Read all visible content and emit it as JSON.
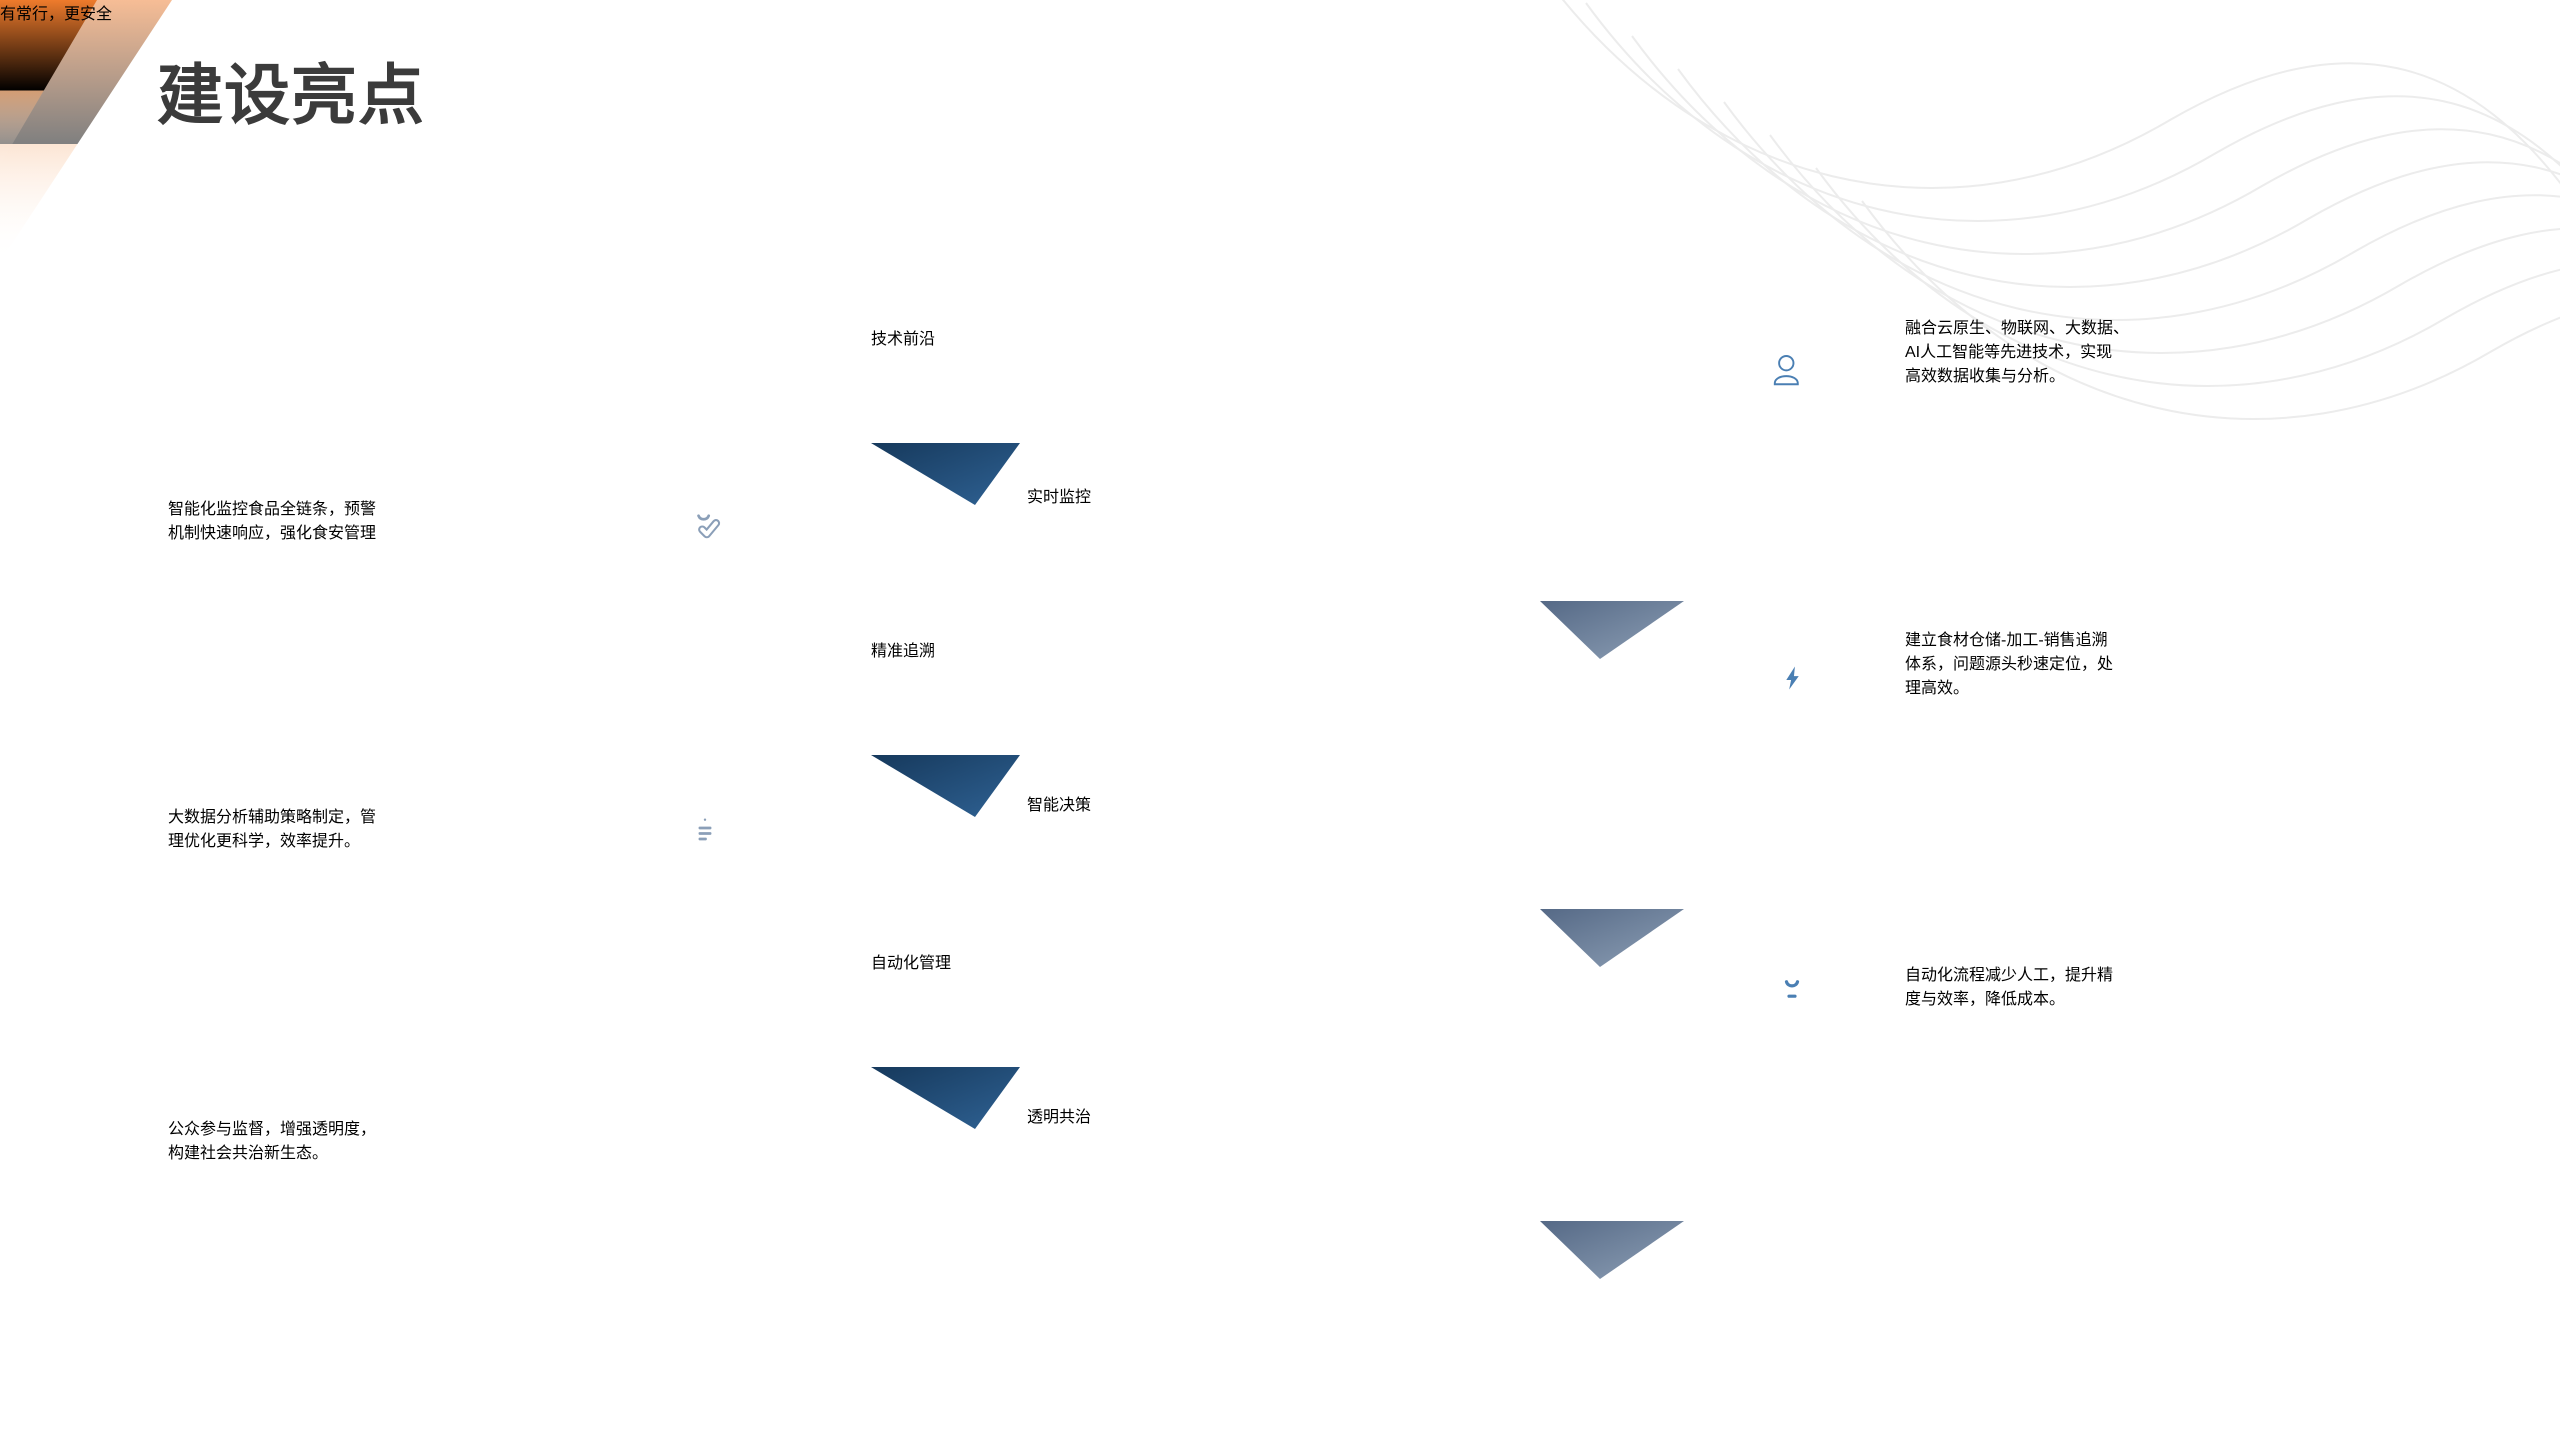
{
  "slide": {
    "title": "建设亮点",
    "footer_text": "有常行，更安全"
  },
  "colors": {
    "accent_orange": "#ee7b2c",
    "banner_dark": "#2d5c8d",
    "banner_light": "#8fa0b6",
    "icon_blue": "#4a7fb3",
    "icon_gray": "#8b9fb8",
    "underline_navy": "#2c3b8d",
    "body_text": "#111111",
    "footer_text_color": "#fbe7d6"
  },
  "rows": [
    {
      "banner": "技术前沿",
      "icon": "users-icon",
      "lines": [
        "融合云原生、物联网、大数据、",
        "AI人工智能等先进技术，实现",
        "高效数据收集与分析。"
      ]
    },
    {
      "banner": "实时监控",
      "icon": "badge-check-icon",
      "lines": [
        "智能化监控食品全链条，预警",
        "机制快速响应，强化食安管理"
      ]
    },
    {
      "banner": "精准追溯",
      "icon": "head-bolt-icon",
      "lines": [
        "建立食材仓储-加工-销售追溯",
        "体系，问题源头秒速定位，处",
        "理高效。"
      ]
    },
    {
      "banner": "智能决策",
      "icon": "clipboard-icon",
      "lines": [
        "大数据分析辅助策略制定，管",
        "理优化更科学，效率提升。"
      ]
    },
    {
      "banner": "自动化管理",
      "icon": "robot-face-icon",
      "lines": [
        "自动化流程减少人工，提升精",
        "度与效率，降低成本。"
      ]
    },
    {
      "banner": "透明共治",
      "icon": "open-box-icon",
      "lines": [
        "公众参与监督，增强透明度，",
        "构建社会共治新生态。"
      ]
    }
  ]
}
